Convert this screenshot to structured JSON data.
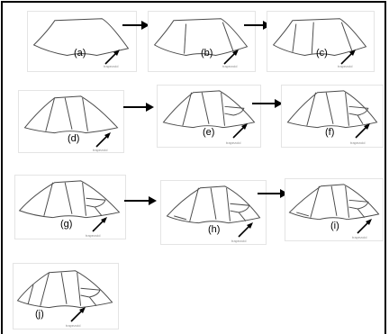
{
  "panels": [
    {
      "id": "a",
      "label": "(a)",
      "tag": "trapezoid"
    },
    {
      "id": "b",
      "label": "(b)",
      "tag": "trapezoid"
    },
    {
      "id": "c",
      "label": "(c)",
      "tag": "trapezoid"
    },
    {
      "id": "d",
      "label": "(d)",
      "tag": "trapezoid"
    },
    {
      "id": "e",
      "label": "(e)",
      "tag": "trapezoid"
    },
    {
      "id": "f",
      "label": "(f)",
      "tag": "trapezoid"
    },
    {
      "id": "g",
      "label": "(g)",
      "tag": "trapezoid"
    },
    {
      "id": "h",
      "label": "(h)",
      "tag": "trapezoid"
    },
    {
      "id": "i",
      "label": "(i)",
      "tag": "trapezoid"
    },
    {
      "id": "j",
      "label": "(j)",
      "tag": "trapezoid"
    }
  ],
  "colors": {
    "stroke": "#4a4a4a",
    "arrow": "#000000",
    "panel_border": "#e4e4e4"
  }
}
